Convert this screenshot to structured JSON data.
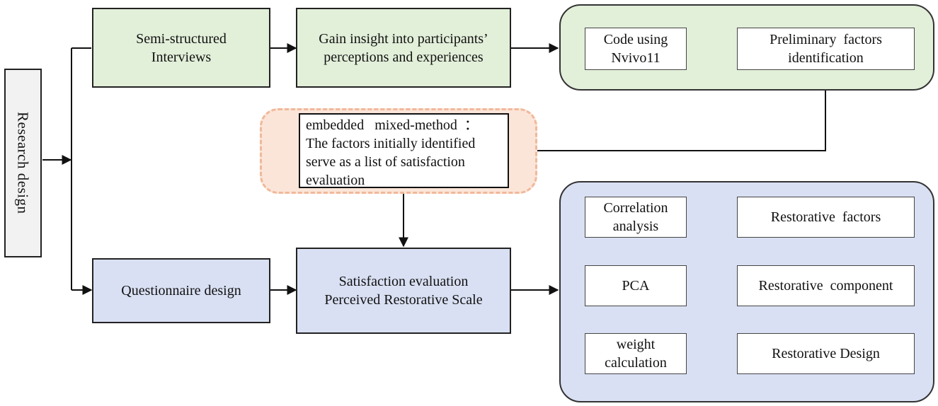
{
  "research_design": "Research design",
  "top_row": {
    "interviews": [
      "Semi-structured",
      "Interviews"
    ],
    "insight": [
      "Gain insight into participants’",
      "perceptions and experiences"
    ],
    "code": [
      "Code using",
      "Nvivo11"
    ],
    "preliminary": [
      "Preliminary  factors",
      "identification"
    ]
  },
  "embedded": {
    "lines": [
      "embedded   mixed-method  ：",
      "The factors initially identified",
      "serve as a list of satisfaction",
      "evaluation"
    ]
  },
  "bottom_row": {
    "questionnaire": "Questionnaire design",
    "satisfaction": [
      "Satisfaction evaluation",
      "Perceived Restorative Scale"
    ],
    "correlation": [
      "Correlation",
      "analysis"
    ],
    "restorative_factors": "Restorative  factors",
    "pca": "PCA",
    "restorative_component": "Restorative  component",
    "weight": [
      "weight",
      "calculation"
    ],
    "restorative_design": "Restorative Design"
  },
  "colors": {
    "green_fill": "#e2efd9",
    "blue_fill": "#d9e0f3",
    "grey_fill": "#f2f2f2",
    "peach_fill": "#fbe5d8",
    "peach_border": "#f0b89a"
  }
}
